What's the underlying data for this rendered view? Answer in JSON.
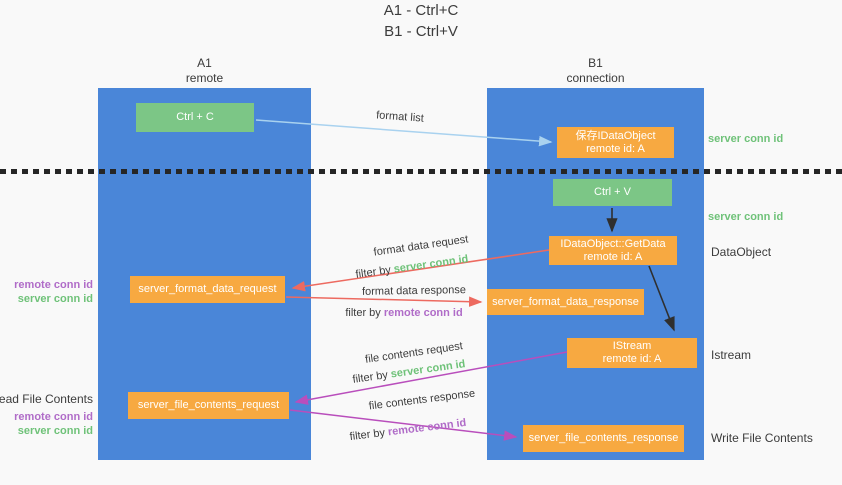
{
  "title": {
    "line1": "A1 - Ctrl+C",
    "line2": "B1 - Ctrl+V"
  },
  "lifelines": {
    "a1": {
      "name": "A1",
      "role": "remote"
    },
    "b1": {
      "name": "B1",
      "role": "connection"
    }
  },
  "nodes": {
    "ctrl_c": {
      "label": "Ctrl + C"
    },
    "save_dataobject": {
      "line1": "保存IDataObject",
      "line2": "remote id: A"
    },
    "ctrl_v": {
      "label": "Ctrl + V"
    },
    "getdata": {
      "line1": "IDataObject::GetData",
      "line2": "remote id: A"
    },
    "format_request": {
      "label": "server_format_data_request"
    },
    "format_response": {
      "label": "server_format_data_response"
    },
    "istream": {
      "line1": "IStream",
      "line2": "remote id: A"
    },
    "file_request": {
      "label": "server_file_contents_request"
    },
    "file_response": {
      "label": "server_file_contents_response"
    }
  },
  "arrows": {
    "format_list": {
      "label": "format list"
    },
    "format_data_request": {
      "label": "format data request",
      "filter_prefix": "filter by ",
      "filter_key": "server conn id"
    },
    "format_data_response": {
      "label": "format data response",
      "filter_prefix": "filter by ",
      "filter_key": "remote conn id"
    },
    "file_contents_request": {
      "label": "file contents request",
      "filter_prefix": "filter by ",
      "filter_key": "server conn id"
    },
    "file_contents_response": {
      "label": "file contents response",
      "filter_prefix": "filter by ",
      "filter_key": "remote conn id"
    }
  },
  "side_labels": {
    "right": {
      "server_conn_top": "server conn id",
      "server_conn_mid": "server conn id",
      "dataobject": "DataObject",
      "istream": "Istream",
      "write_file_contents": "Write File Contents"
    },
    "left": {
      "remote_conn_1": "remote conn id",
      "server_conn_1": "server conn id",
      "read_file_contents": "Read File Contents",
      "remote_conn_2": "remote conn id",
      "server_conn_2": "server conn id"
    }
  },
  "colors": {
    "background": "#f9f9f9",
    "lifeline_blue": "#4a86d8",
    "box_green": "#7cc686",
    "box_orange": "#f7a941",
    "arrow_lightblue": "#a9d2ef",
    "arrow_red": "#ed6a60",
    "arrow_magenta": "#b94ebc",
    "arrow_black": "#2f2f2f",
    "label_green": "#6fc279",
    "label_purple": "#b06cc8",
    "text_dark": "#3c3c3c"
  }
}
